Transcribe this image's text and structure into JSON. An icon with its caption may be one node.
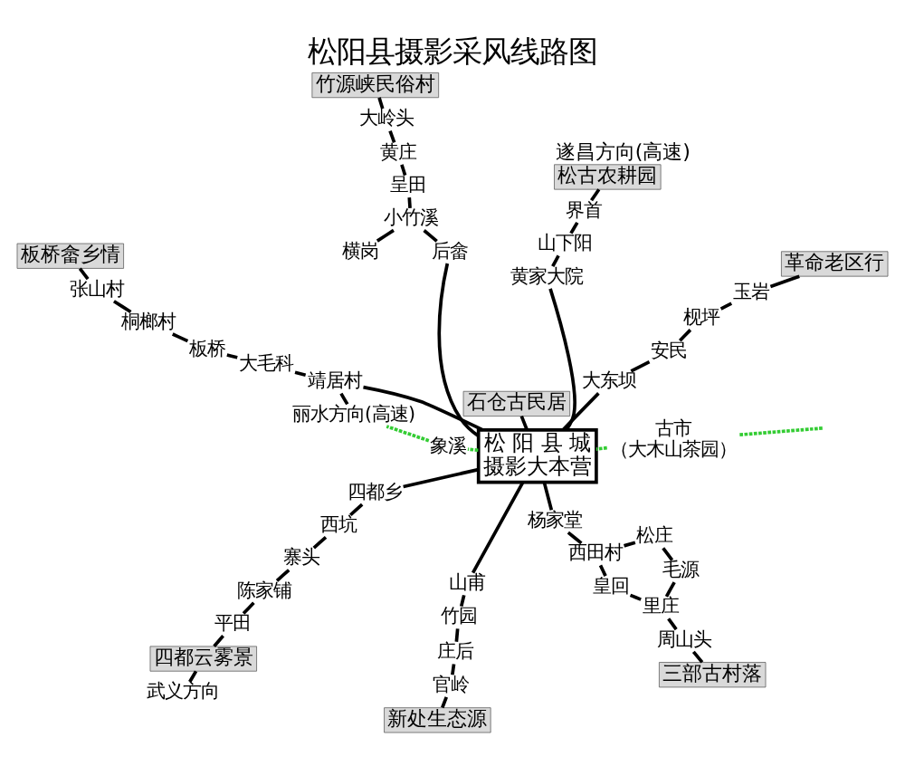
{
  "diagram": {
    "title": "松阳县摄影采风线路图",
    "nodes": [
      {
        "text": [
          "四都云雾景"
        ]
      },
      {
        "text": [
          "武义方向"
        ]
      },
      {
        "text": [
          "平田"
        ]
      },
      {
        "text": [
          "陈家铺"
        ]
      },
      {
        "text": [
          "寨头"
        ]
      },
      {
        "text": [
          "西坑"
        ]
      },
      {
        "text": [
          "四都乡"
        ]
      },
      {
        "text": [
          "三部古村落"
        ]
      },
      {
        "text": [
          "周山头"
        ]
      },
      {
        "text": [
          "里庄"
        ]
      },
      {
        "text": [
          "皇回"
        ]
      },
      {
        "text": [
          "西田村"
        ]
      },
      {
        "text": [
          "毛源"
        ]
      },
      {
        "text": [
          "松庄"
        ]
      },
      {
        "text": [
          "杨家堂"
        ]
      },
      {
        "text": [
          "板桥畲乡情"
        ]
      },
      {
        "text": [
          "张山村"
        ]
      },
      {
        "text": [
          "板桥"
        ]
      },
      {
        "text": [
          "桐榔村"
        ]
      },
      {
        "text": [
          "大毛科"
        ]
      },
      {
        "text": [
          "靖居村"
        ]
      },
      {
        "text": [
          "丽水方向(高速)"
        ]
      },
      {
        "text": [
          "松古农耕园"
        ],
        "beside": [
          "遂昌方向(高速)"
        ]
      },
      {
        "text": [
          "界首"
        ]
      },
      {
        "text": [
          "山下阳"
        ]
      },
      {
        "text": [
          "黄家大院"
        ]
      },
      {
        "text": [
          "松 阳 县 城",
          "摄影大本营"
        ]
      },
      {
        "text": [
          "古市",
          "（大木山茶园）"
        ]
      },
      {
        "text": [
          "象溪"
        ]
      },
      {
        "text": [
          "山甫"
        ]
      },
      {
        "text": [
          "竹园"
        ]
      },
      {
        "text": [
          "庄后"
        ]
      },
      {
        "text": [
          "官岭"
        ]
      },
      {
        "text": [
          "新处生态源"
        ]
      },
      {
        "text": [
          "后畲"
        ]
      },
      {
        "text": [
          "小竹溪"
        ]
      },
      {
        "text": [
          "横岗"
        ]
      },
      {
        "text": [
          "呈田"
        ]
      },
      {
        "text": [
          "黄庄"
        ]
      },
      {
        "text": [
          "大岭头"
        ]
      },
      {
        "text": [
          "竹源峡民俗村"
        ]
      },
      {
        "text": [
          "石仓古民居"
        ]
      },
      {
        "text": [
          "大东坝"
        ]
      },
      {
        "text": [
          "安民"
        ]
      },
      {
        "text": [
          "枧坪"
        ]
      },
      {
        "text": [
          "玉岩"
        ]
      },
      {
        "text": [
          "革命老区行"
        ]
      }
    ],
    "edges": [
      {
        "from": 26,
        "to": 6,
        "arrow": "none"
      },
      {
        "from": 6,
        "to": 5,
        "arrow": "none"
      },
      {
        "from": 5,
        "to": 4,
        "arrow": "none"
      },
      {
        "from": 4,
        "to": 3,
        "arrow": "none"
      },
      {
        "from": 3,
        "to": 2,
        "arrow": "none"
      },
      {
        "from": 2,
        "to": 0,
        "arrow": "none"
      },
      {
        "from": 0,
        "to": 1,
        "arrow": "none"
      },
      {
        "from": 26,
        "to": 14,
        "arrow": "none"
      },
      {
        "from": 14,
        "to": 11,
        "arrow": "none"
      },
      {
        "from": 11,
        "to": 10,
        "arrow": "none"
      },
      {
        "from": 10,
        "to": 9,
        "arrow": "none"
      },
      {
        "from": 9,
        "to": 8,
        "arrow": "none"
      },
      {
        "from": 8,
        "to": 7,
        "arrow": "none"
      },
      {
        "from": 11,
        "to": 13,
        "arrow": "none"
      },
      {
        "from": 13,
        "to": 12,
        "arrow": "none"
      },
      {
        "from": 12,
        "to": 9,
        "arrow": "none"
      },
      {
        "from": 26,
        "to": 20,
        "arrow": "none"
      },
      {
        "from": 20,
        "to": 21,
        "arrow": "none"
      },
      {
        "from": 20,
        "to": 19,
        "arrow": "none"
      },
      {
        "from": 19,
        "to": 17,
        "arrow": "none"
      },
      {
        "from": 17,
        "to": 18,
        "arrow": "none"
      },
      {
        "from": 18,
        "to": 16,
        "arrow": "none"
      },
      {
        "from": 16,
        "to": 15,
        "arrow": "none"
      },
      {
        "from": 26,
        "to": 25,
        "arrow": "none"
      },
      {
        "from": 25,
        "to": 24,
        "arrow": "none"
      },
      {
        "from": 24,
        "to": 23,
        "arrow": "none"
      },
      {
        "from": 23,
        "to": 22,
        "arrow": "none"
      },
      {
        "from": 26,
        "to": 29,
        "arrow": "none"
      },
      {
        "from": 29,
        "to": 30,
        "arrow": "none"
      },
      {
        "from": 30,
        "to": 31,
        "arrow": "none"
      },
      {
        "from": 31,
        "to": 32,
        "arrow": "none"
      },
      {
        "from": 32,
        "to": 33,
        "arrow": "none"
      },
      {
        "from": 26,
        "to": 34,
        "arrow": "none"
      },
      {
        "from": 34,
        "to": 35,
        "arrow": "none"
      },
      {
        "from": 35,
        "to": 37,
        "arrow": "none"
      },
      {
        "from": 37,
        "to": 38,
        "arrow": "none"
      },
      {
        "from": 38,
        "to": 39,
        "arrow": "none"
      },
      {
        "from": 39,
        "to": 40,
        "arrow": "none"
      },
      {
        "from": 35,
        "to": 36,
        "arrow": "none"
      },
      {
        "from": 26,
        "to": 41,
        "arrow": "none"
      },
      {
        "from": 26,
        "to": 42,
        "arrow": "none"
      },
      {
        "from": 42,
        "to": 43,
        "arrow": "none"
      },
      {
        "from": 43,
        "to": 44,
        "arrow": "none"
      },
      {
        "from": 44,
        "to": 45,
        "arrow": "none"
      },
      {
        "from": 45,
        "to": 46,
        "arrow": "none"
      },
      {
        "from": null,
        "to": 27,
        "arrow": "none",
        "style": "dashed",
        "color": "#33cc33"
      },
      {
        "from": 27,
        "to": 26,
        "arrow": "none",
        "style": "dashed",
        "color": "#33cc33"
      },
      {
        "from": 26,
        "to": 28,
        "arrow": "none",
        "style": "dashed",
        "color": "#33cc33"
      },
      {
        "from": 28,
        "to": 21,
        "arrow": "none",
        "style": "dashed",
        "color": "#33cc33"
      }
    ]
  }
}
